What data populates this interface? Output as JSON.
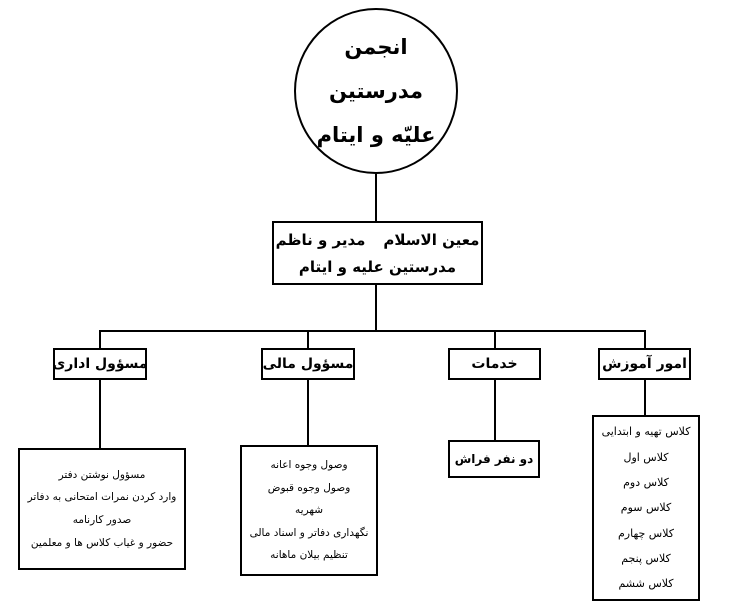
{
  "chart": {
    "root": {
      "line1": "انجمن مدرستین",
      "line2": "علیّه و ایتام"
    },
    "director": {
      "name": "معین الاسلام",
      "role": "مدیر و ناظم",
      "line2": "مدرستین علیه و ایتام"
    },
    "branches": [
      {
        "label": "مسؤول اداری",
        "details": [
          "مسؤول نوشتن دفتر",
          "وارد کردن نمرات امتحانی به دفاتر",
          "صدور کارنامه",
          "حضور و غیاب کلاس ها و معلمین"
        ]
      },
      {
        "label": "مسؤول مالی",
        "details": [
          "وصول وجوه اعانه",
          "وصول وجوه قبوض",
          "شهریه",
          "نگهداری دفاتر و اسناد مالی",
          "تنظیم بیلان ماهانه"
        ]
      },
      {
        "label": "خدمات",
        "details": [
          "دو نفر فراش"
        ]
      },
      {
        "label": "امور آموزش",
        "details": [
          "کلاس تهیه و ابتدایی",
          "کلاس اول",
          "کلاس دوم",
          "کلاس سوم",
          "کلاس چهارم",
          "کلاس پنجم",
          "کلاس ششم"
        ]
      }
    ],
    "colors": {
      "line": "#000000",
      "background": "#ffffff",
      "text": "#000000"
    }
  }
}
